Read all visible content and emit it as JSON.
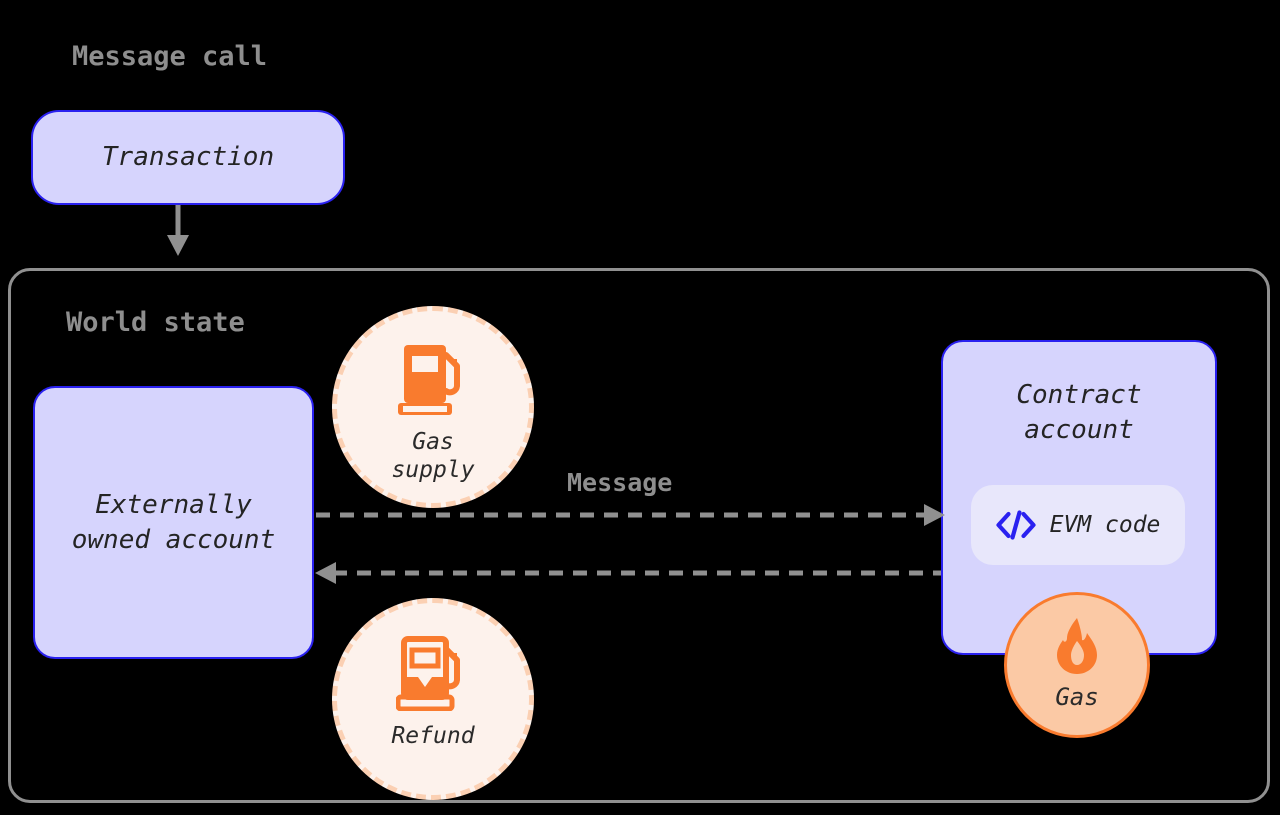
{
  "diagram": {
    "title_message_call": "Message call",
    "title_world_state": "World state",
    "label_message": "Message",
    "nodes": {
      "transaction": {
        "label": "Transaction"
      },
      "externally_owned_account": {
        "label": "Externally\nowned account"
      },
      "contract_account": {
        "label": "Contract\naccount"
      },
      "evm_code": {
        "label": "EVM code",
        "icon": "code-brackets-icon"
      },
      "gas_supply": {
        "label": "Gas\nsupply",
        "icon": "gas-pump-full-icon"
      },
      "refund": {
        "label": "Refund",
        "icon": "gas-pump-partial-icon"
      },
      "gas": {
        "label": "Gas",
        "icon": "flame-icon"
      }
    },
    "edges": [
      {
        "name": "transaction-to-world-state",
        "style": "solid",
        "direction": "down"
      },
      {
        "name": "eoa-to-contract-message",
        "style": "dashed",
        "direction": "right"
      },
      {
        "name": "contract-to-eoa-return",
        "style": "dashed",
        "direction": "left"
      }
    ]
  },
  "colors": {
    "background": "#000000",
    "account_fill": "#d6d4fd",
    "account_border": "#2a21f0",
    "badge_fill": "#e8e7fb",
    "code_icon": "#2a21f0",
    "orange": "#f97b2e",
    "circle_pale_fill": "#fdf2ec",
    "circle_dashed_border": "#fbd0b3",
    "gas_circle_fill": "#fbc9a5",
    "connector_gray": "#909090",
    "title_gray": "#8e8e8e",
    "text_dark": "#242424"
  }
}
